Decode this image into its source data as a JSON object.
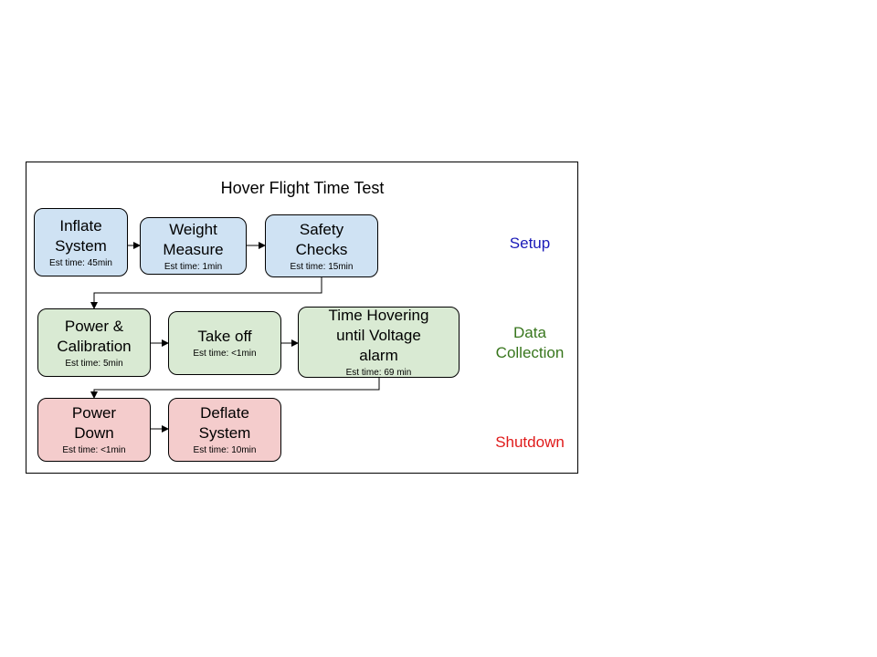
{
  "diagram": {
    "title": "Hover Flight Time Test",
    "colors": {
      "setup_fill": "#cfe2f3",
      "data_fill": "#d9ead3",
      "shutdown_fill": "#f4cccc",
      "setup_text": "#1a1ab8",
      "data_text": "#38761d",
      "shutdown_text": "#e01b1b"
    },
    "phases": {
      "setup": "Setup",
      "data_collection": "Data\nCollection",
      "shutdown": "Shutdown"
    },
    "steps": {
      "inflate": {
        "label": "Inflate\nSystem",
        "est": "Est time: 45min"
      },
      "weight": {
        "label": "Weight\nMeasure",
        "est": "Est time: 1min"
      },
      "safety": {
        "label": "Safety\nChecks",
        "est": "Est time: 15min"
      },
      "power_cal": {
        "label": "Power &\nCalibration",
        "est": "Est time: 5min"
      },
      "takeoff": {
        "label": "Take off",
        "est": "Est time: <1min"
      },
      "hovering": {
        "label": "Time Hovering\nuntil Voltage\nalarm",
        "est": "Est time: 69 min"
      },
      "power_down": {
        "label": "Power\nDown",
        "est": "Est time: <1min"
      },
      "deflate": {
        "label": "Deflate\nSystem",
        "est": "Est time: 10min"
      }
    }
  }
}
